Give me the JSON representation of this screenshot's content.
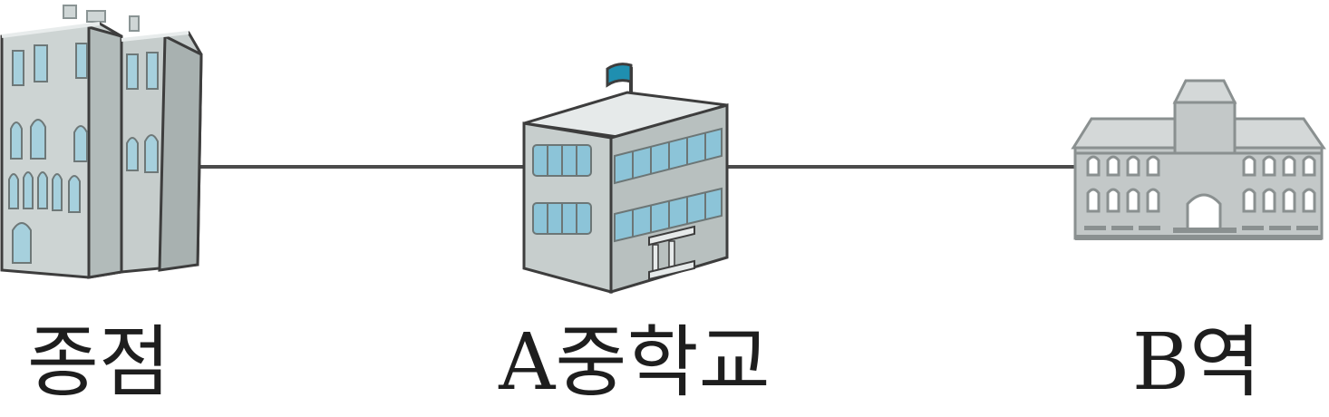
{
  "route": {
    "stops": [
      {
        "id": "start",
        "label": "종점",
        "icon": "old-building-icon"
      },
      {
        "id": "school",
        "label": "A중학교",
        "icon": "school-building-icon"
      },
      {
        "id": "station",
        "label": "B역",
        "icon": "station-building-icon"
      }
    ]
  },
  "colors": {
    "line": "#4b4b4b",
    "building_face": "#cdd4d3",
    "building_side": "#b4bcbb",
    "window": "#8cc4d8",
    "flag": "#1f8fb0",
    "station_body": "#c3c8c8"
  }
}
